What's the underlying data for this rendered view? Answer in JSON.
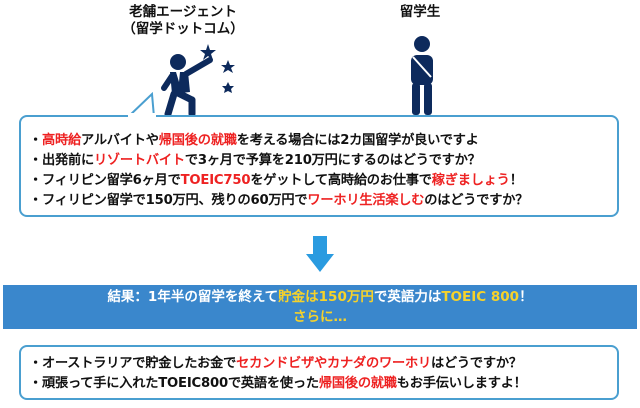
{
  "agent": {
    "title_line1": "老舗エージェント",
    "title_line2": "（留学ドットコム）"
  },
  "student": {
    "title": "留学生"
  },
  "bubble_lines": [
    [
      {
        "t": "・"
      },
      {
        "t": "高時給",
        "c": "red"
      },
      {
        "t": "アルバイトや"
      },
      {
        "t": "帰国後の就職",
        "c": "red"
      },
      {
        "t": "を考える場合には2カ国留学が良いですよ"
      }
    ],
    [
      {
        "t": "・出発前に"
      },
      {
        "t": "リゾートバイト",
        "c": "red"
      },
      {
        "t": "で3ヶ月で予算を210万円にするのはどうですか？"
      }
    ],
    [
      {
        "t": "・フィリピン留学6ヶ月で"
      },
      {
        "t": "TOEIC750",
        "c": "red"
      },
      {
        "t": "をゲットして高時給のお仕事で"
      },
      {
        "t": "稼ぎましょう",
        "c": "red"
      },
      {
        "t": "！"
      }
    ],
    [
      {
        "t": "・フィリピン留学で150万円、残りの60万円で"
      },
      {
        "t": "ワーホリ生活楽しむ",
        "c": "red"
      },
      {
        "t": "のはどうですか？"
      }
    ]
  ],
  "result": {
    "line1": [
      {
        "t": "結果：1年半の留学を終えて"
      },
      {
        "t": "貯金は150万円",
        "c": "gold"
      },
      {
        "t": "で英語力は"
      },
      {
        "t": "TOEIC 800",
        "c": "gold"
      },
      {
        "t": "！"
      }
    ],
    "line2": [
      {
        "t": "さらに…",
        "c": "gold"
      }
    ]
  },
  "box2_lines": [
    [
      {
        "t": "・オーストラリアで貯金したお金で"
      },
      {
        "t": "セカンドビザやカナダのワーホリ",
        "c": "red"
      },
      {
        "t": "はどうですか？"
      }
    ],
    [
      {
        "t": "・頑張って手に入れたTOEIC800で英語を使った"
      },
      {
        "t": "帰国後の就職",
        "c": "red"
      },
      {
        "t": "もお手伝いしますよ！"
      }
    ]
  ],
  "colors": {
    "accent": "#3a87cc",
    "red": "#ee2222",
    "gold": "#f6d22a",
    "navy": "#0d2a5c"
  },
  "icons": [
    "agent-pointing-figure-icon",
    "student-backpack-figure-icon",
    "star-icon",
    "down-arrow-icon"
  ]
}
